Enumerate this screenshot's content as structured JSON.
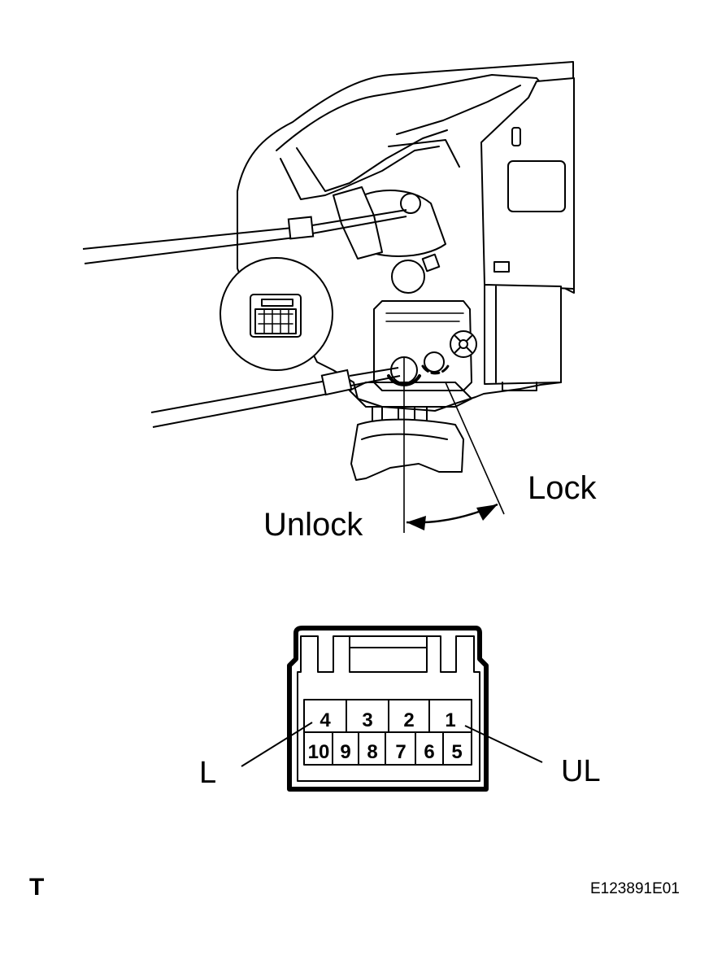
{
  "diagram": {
    "labels": {
      "lock": "Lock",
      "unlock": "Unlock",
      "left_terminal": "L",
      "right_terminal": "UL"
    },
    "connector": {
      "top_row": [
        "4",
        "3",
        "2",
        "1"
      ],
      "bottom_row": [
        "10",
        "9",
        "8",
        "7",
        "6",
        "5"
      ]
    }
  },
  "footer": {
    "left_mark": "T",
    "figure_id": "E123891E01"
  },
  "colors": {
    "line": "#000000",
    "background": "#ffffff"
  }
}
